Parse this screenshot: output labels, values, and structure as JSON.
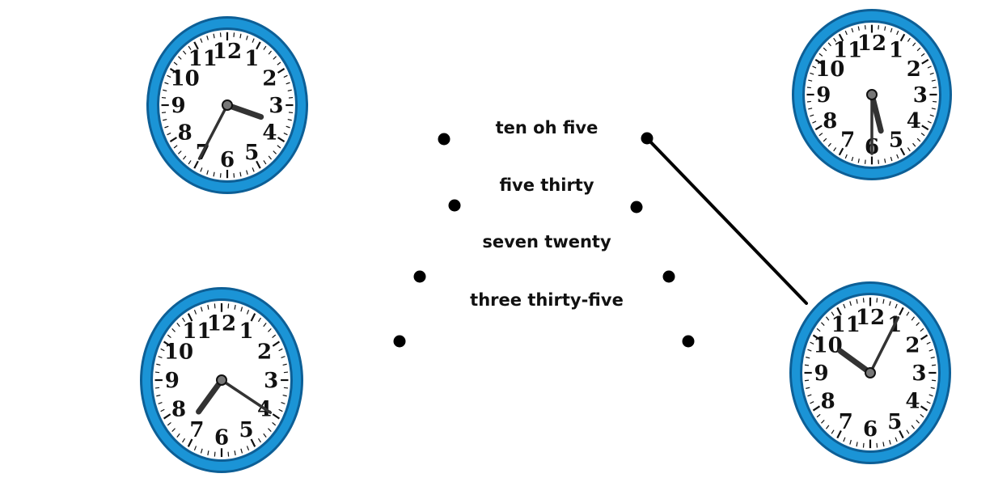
{
  "phrases": [
    "ten oh five",
    "five thirty",
    "seven twenty",
    "three thirty-five"
  ],
  "clock_numerals": [
    "12",
    "1",
    "2",
    "3",
    "4",
    "5",
    "6",
    "7",
    "8",
    "9",
    "10",
    "11"
  ],
  "clocks": [
    {
      "id": "top-left",
      "time": "3:35",
      "hour": 3,
      "minute": 35
    },
    {
      "id": "top-right",
      "time": "5:30",
      "hour": 5,
      "minute": 30
    },
    {
      "id": "bottom-left",
      "time": "7:20",
      "hour": 7,
      "minute": 20
    },
    {
      "id": "bottom-right",
      "time": "10:05",
      "hour": 10,
      "minute": 5
    }
  ],
  "connections": [
    {
      "from": "ten oh five",
      "to": "bottom-right"
    }
  ],
  "colors": {
    "rim": "#1b94d6",
    "rim_dark": "#0d5f96",
    "ink": "#111111",
    "hand": "#333333",
    "line": "#000000"
  }
}
